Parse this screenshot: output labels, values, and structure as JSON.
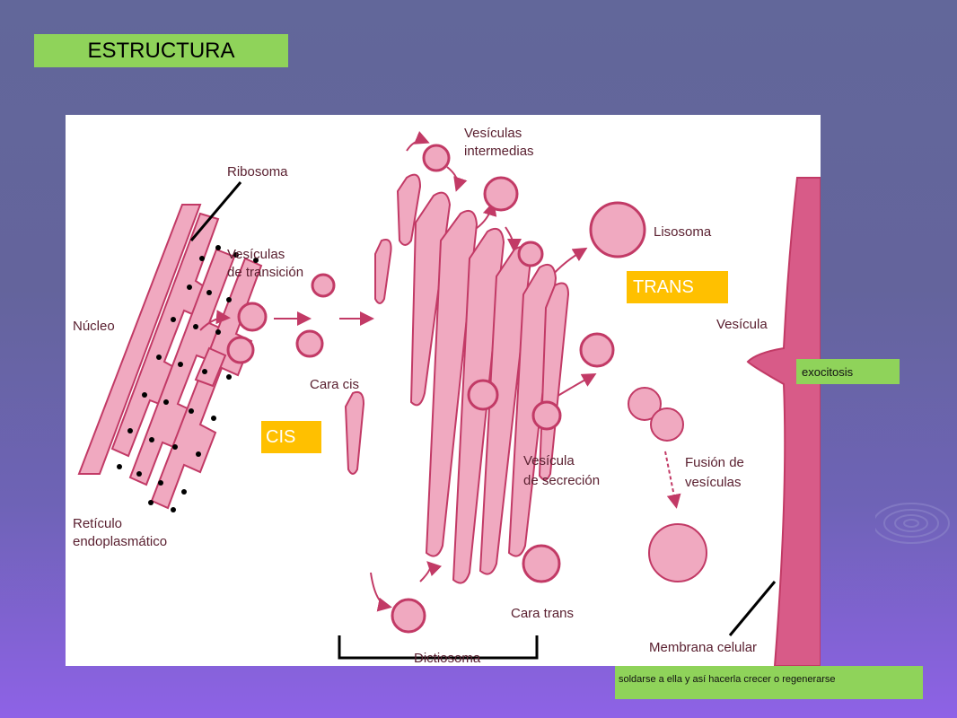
{
  "title": "ESTRUCTURA",
  "annotations": {
    "trans": "TRANS",
    "cis": "CIS",
    "exocitosis": "exocitosis",
    "note": "soldarse a ella y así hacerla crecer o regenerarse"
  },
  "diagram": {
    "labels": {
      "ribosoma": "Ribosoma",
      "vesiculas_transicion_1": "Vesículas",
      "vesiculas_transicion_2": "de transición",
      "nucleo": "Núcleo",
      "reticulo_1": "Retículo",
      "reticulo_2": "endoplasmático",
      "cara_cis": "Cara cis",
      "vesiculas_intermedias_1": "Vesículas",
      "vesiculas_intermedias_2": "intermedias",
      "lisosoma": "Lisosoma",
      "vesicula": "Vesícula",
      "vesicula_secrecion_1": "Vesícula",
      "vesicula_secrecion_2": "de secreción",
      "fusion_1": "Fusión de",
      "fusion_2": "vesículas",
      "cara_trans": "Cara trans",
      "membrana": "Membrana celular",
      "dictiosoma": "Dictiosoma"
    }
  },
  "colors": {
    "organelle_fill": "#f0a9c0",
    "organelle_stroke": "#c23a66",
    "accent_green": "#8fd35a",
    "accent_orange": "#ffc000"
  }
}
